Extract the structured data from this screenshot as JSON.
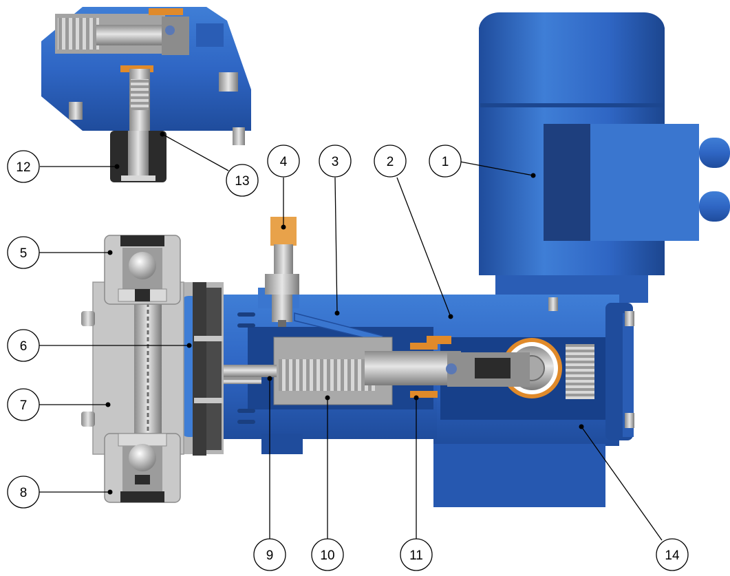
{
  "callouts": [
    {
      "id": "1",
      "label": "1"
    },
    {
      "id": "2",
      "label": "2"
    },
    {
      "id": "3",
      "label": "3"
    },
    {
      "id": "4",
      "label": "4"
    },
    {
      "id": "5",
      "label": "5"
    },
    {
      "id": "6",
      "label": "6"
    },
    {
      "id": "7",
      "label": "7"
    },
    {
      "id": "8",
      "label": "8"
    },
    {
      "id": "9",
      "label": "9"
    },
    {
      "id": "10",
      "label": "10"
    },
    {
      "id": "11",
      "label": "11"
    },
    {
      "id": "12",
      "label": "12"
    },
    {
      "id": "13",
      "label": "13"
    },
    {
      "id": "14",
      "label": "14"
    }
  ],
  "colors": {
    "blue_light": "#3f7ed6",
    "blue": "#2f66c4",
    "blue_dark": "#1f4c9c",
    "blue_deep": "#163a7a",
    "steel": "#b9b9b9",
    "steel_light": "#dcdcdc",
    "steel_dark": "#8a8a8a",
    "black_part": "#2b2b2b",
    "orange": "#e08a2a"
  }
}
